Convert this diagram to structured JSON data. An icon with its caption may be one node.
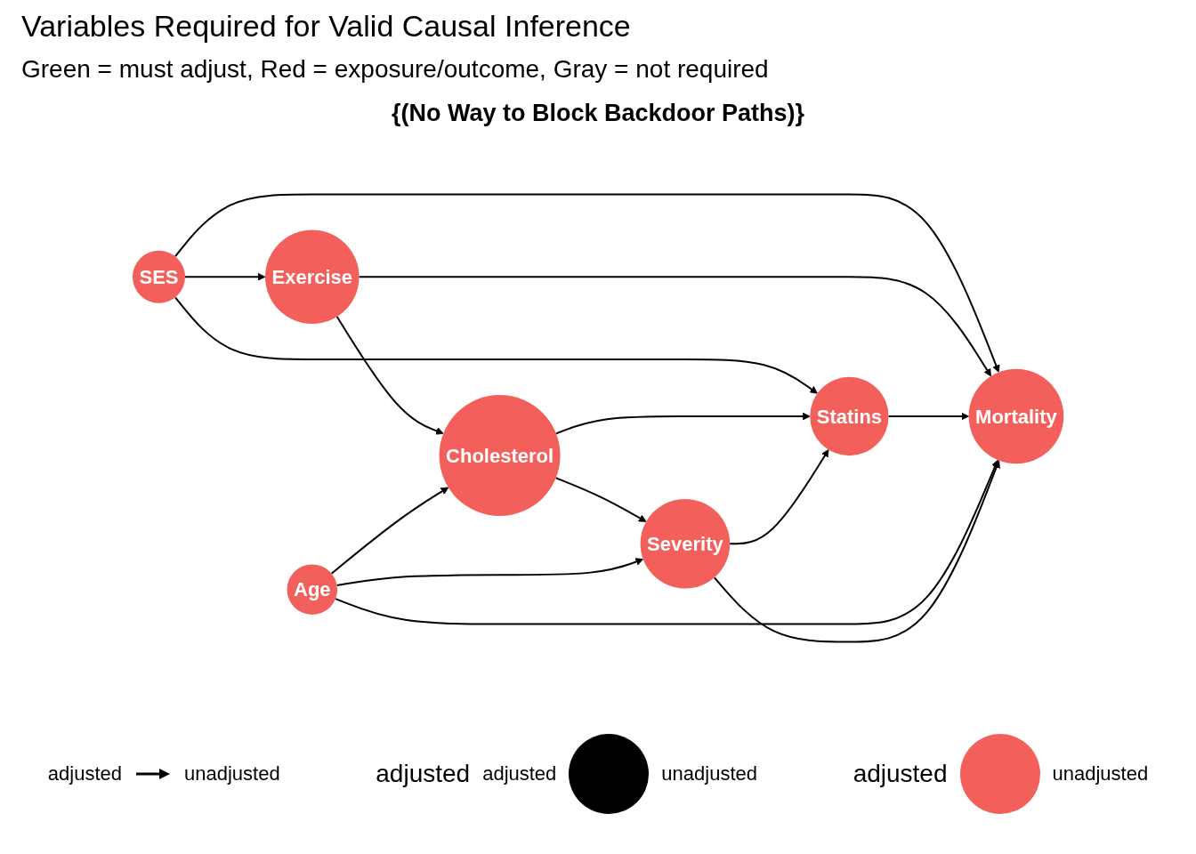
{
  "diagram": {
    "title": "Variables Required for Valid Causal Inference",
    "nodes": [
      {
        "text": [
          "SES"
        ]
      },
      {
        "text": [
          "Exercise"
        ]
      },
      {
        "text": [
          "Cholesterol"
        ]
      },
      {
        "text": [
          "Statins"
        ]
      },
      {
        "text": [
          "Mortality"
        ]
      },
      {
        "text": [
          "Age"
        ]
      },
      {
        "text": [
          "Severity"
        ]
      }
    ],
    "edges": [
      {
        "from": 0,
        "to": 1,
        "arrow": "to"
      },
      {
        "from": 0,
        "to": 3,
        "arrow": "to"
      },
      {
        "from": 0,
        "to": 4,
        "arrow": "to"
      },
      {
        "from": 1,
        "to": 2,
        "arrow": "to"
      },
      {
        "from": 1,
        "to": 4,
        "arrow": "to"
      },
      {
        "from": 2,
        "to": 3,
        "arrow": "to"
      },
      {
        "from": 2,
        "to": 6,
        "arrow": "to"
      },
      {
        "from": 3,
        "to": 4,
        "arrow": "to"
      },
      {
        "from": 5,
        "to": 2,
        "arrow": "to"
      },
      {
        "from": 5,
        "to": 6,
        "arrow": "to"
      },
      {
        "from": 5,
        "to": 4,
        "arrow": "to"
      },
      {
        "from": 6,
        "to": 3,
        "arrow": "to"
      },
      {
        "from": 6,
        "to": 4,
        "arrow": "to"
      }
    ],
    "labels": [
      "Green = must adjust, Red = exposure/outcome, Gray = not required",
      "{(No Way to Block Backdoor Paths)}",
      "adjusted",
      "adjusted",
      "adjusted",
      "adjusted"
    ],
    "legend": [
      {
        "text": "unadjusted"
      },
      {
        "text": "unadjusted",
        "color": "#000000"
      },
      {
        "text": "unadjusted",
        "color": "#f35f5b"
      }
    ]
  }
}
